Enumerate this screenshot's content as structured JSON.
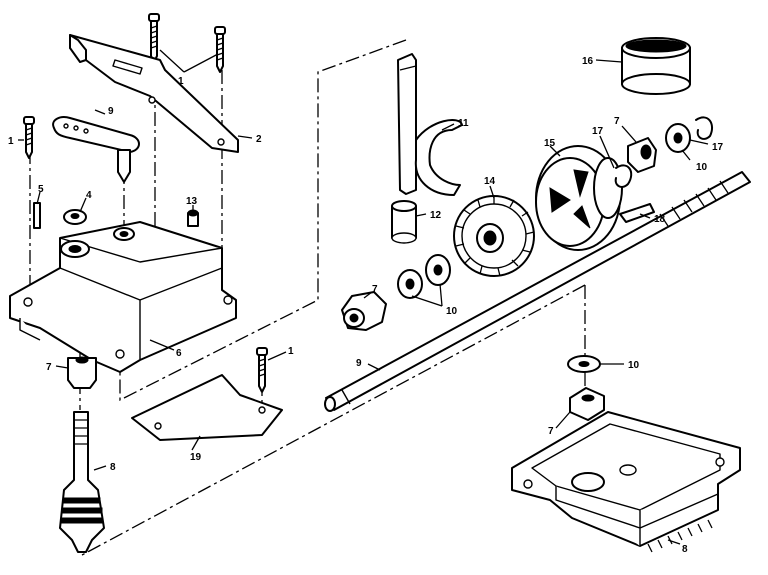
{
  "callouts": {
    "c1a": "1",
    "c1b": "1",
    "c1c": "1",
    "c2": "2",
    "c4": "4",
    "c5": "5",
    "c6": "6",
    "c7a": "7",
    "c7b": "7",
    "c7c": "7",
    "c7d": "7",
    "c8a": "8",
    "c8b": "8",
    "c9a": "9",
    "c9b": "9",
    "c10a": "10",
    "c10b": "10",
    "c10c": "10",
    "c11": "11",
    "c12": "12",
    "c13": "13",
    "c14": "14",
    "c15": "15",
    "c16": "16",
    "c17a": "17",
    "c17b": "17",
    "c18": "18",
    "c19": "19"
  }
}
